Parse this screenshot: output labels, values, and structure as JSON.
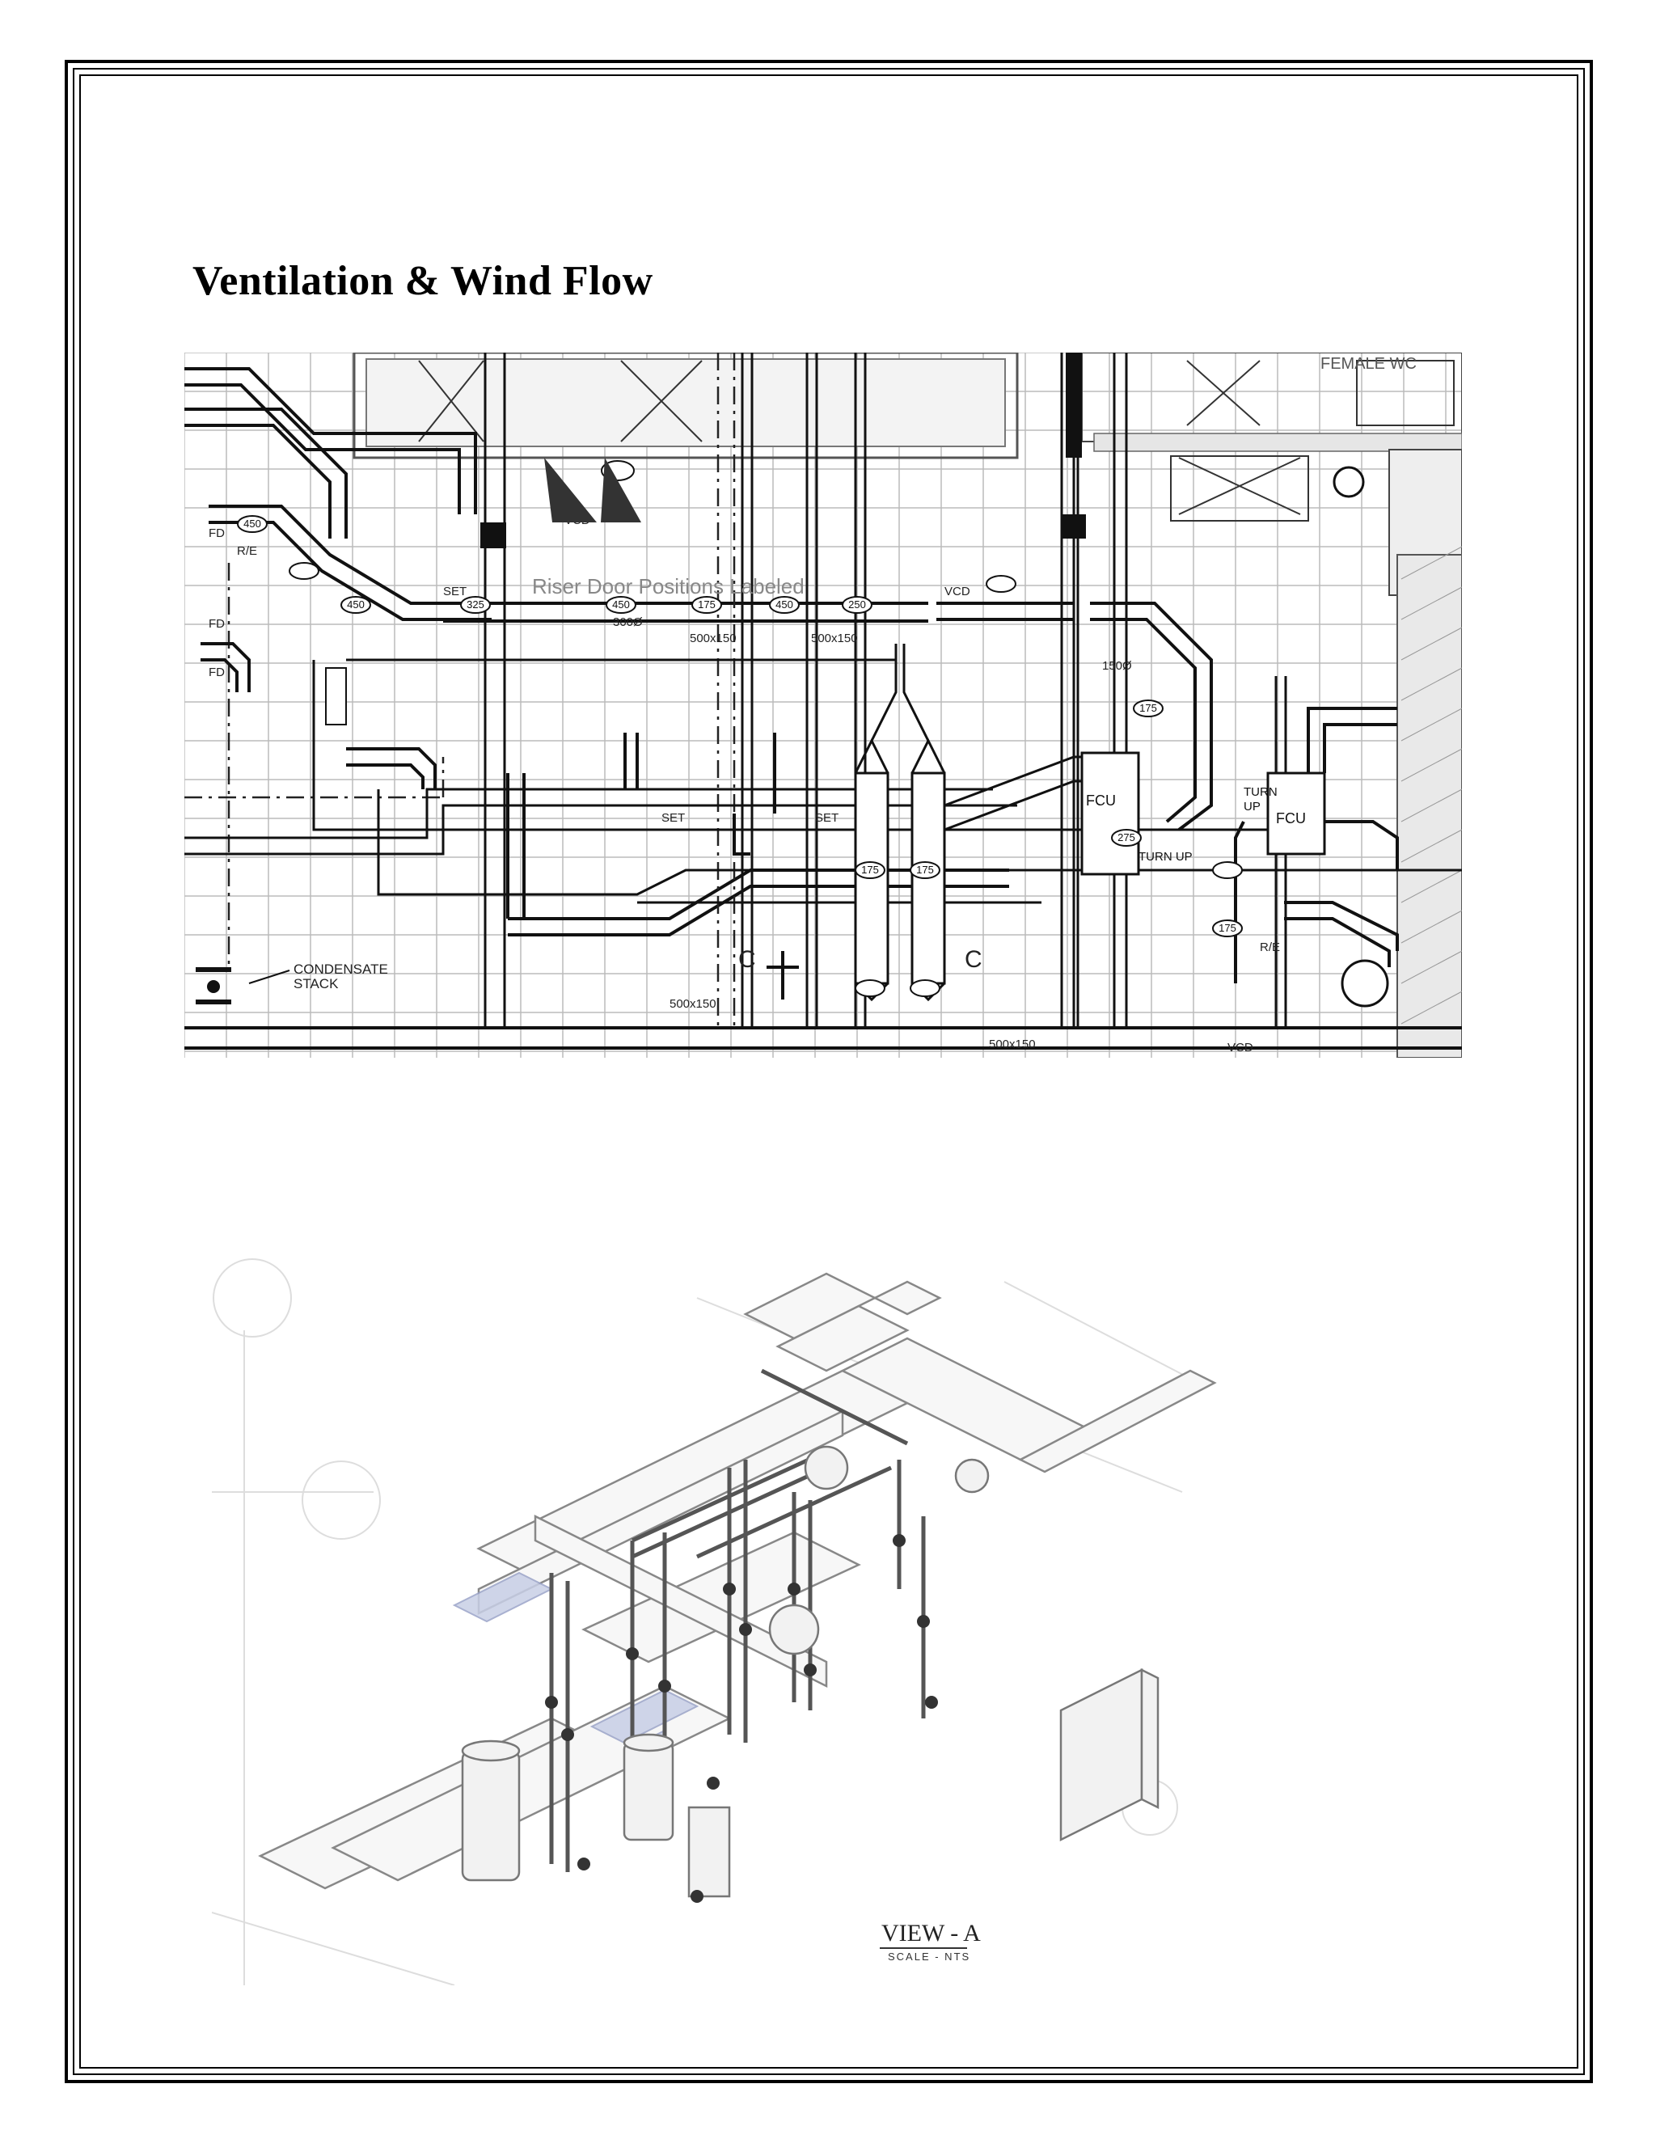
{
  "page": {
    "title": "Ventilation & Wind Flow"
  },
  "plan_drawing": {
    "labels": {
      "riser": "Riser Door Positions Labeled",
      "condensate": "CONDENSATE",
      "stack": "STACK",
      "fcu_1": "FCU",
      "fcu_2": "FCU",
      "turn_up_1": "TURN UP",
      "turn_up_2": "TURN",
      "turn_up_3": "UP",
      "female": "FEMALE WC",
      "set_1": "SET",
      "set_2": "SET",
      "set_3": "SET",
      "vcd_1": "VCD",
      "vcd_2": "VCD",
      "vcd_3": "VCD",
      "fd_1": "FD",
      "fd_2": "FD",
      "fd_3": "FD",
      "re_1": "R/E",
      "re_2": "R/E",
      "dim_1": "500x150",
      "dim_2": "500x150",
      "dim_3": "500x150",
      "dim_4": "500x150",
      "dim_5": "300Ø",
      "dim_6": "150Ø",
      "size_450": "450",
      "size_325": "325",
      "size_250": "250",
      "size_175": "175",
      "size_275": "275",
      "section_c": "C"
    }
  },
  "isometric_view": {
    "view_title": "VIEW - A",
    "scale": "SCALE - NTS"
  }
}
